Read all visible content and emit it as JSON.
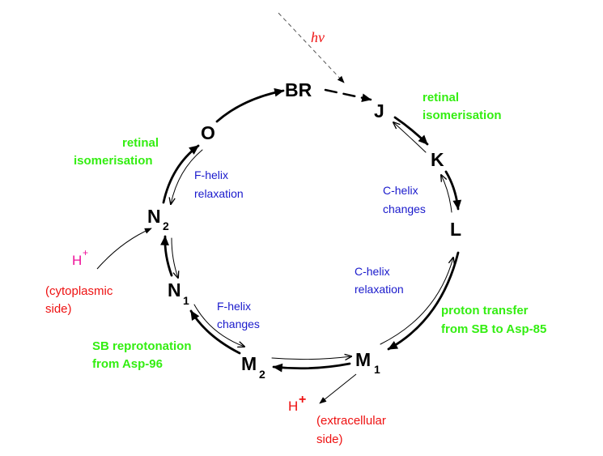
{
  "colors": {
    "state": "#000000",
    "green": "#33ee11",
    "blue": "#1a1acc",
    "red": "#ee1111",
    "magenta": "#ee1199",
    "arrow": "#000000",
    "photon": "#555555"
  },
  "states": {
    "br": "BR",
    "j": "J",
    "k": "K",
    "l": "L",
    "m1": {
      "main": "M",
      "sub": "1"
    },
    "m2": {
      "main": "M",
      "sub": "2"
    },
    "n1": {
      "main": "N",
      "sub": "1"
    },
    "n2": {
      "main": "N",
      "sub": "2"
    },
    "o": "O"
  },
  "photon": {
    "label": "hν"
  },
  "green_labels": {
    "retinal_right": [
      "retinal",
      "isomerisation"
    ],
    "retinal_left": [
      "retinal",
      "isomerisation"
    ],
    "proton_transfer": [
      "proton transfer",
      "from SB to Asp-85"
    ],
    "sb_reprotonation": [
      "SB reprotonation",
      "from Asp-96"
    ]
  },
  "blue_labels": {
    "f_helix_relaxation": [
      "F-helix",
      "relaxation"
    ],
    "c_helix_changes": [
      "C-helix",
      "changes"
    ],
    "c_helix_relaxation": [
      "C-helix",
      "relaxation"
    ],
    "f_helix_changes": [
      "F-helix",
      "changes"
    ]
  },
  "protons": {
    "cytoplasmic": {
      "symbol": "H",
      "charge": "+",
      "note": [
        "(cytoplasmic",
        "side)"
      ]
    },
    "extracellular": {
      "symbol": "H",
      "charge": "+",
      "note": [
        "(extracellular",
        "side)"
      ]
    }
  }
}
